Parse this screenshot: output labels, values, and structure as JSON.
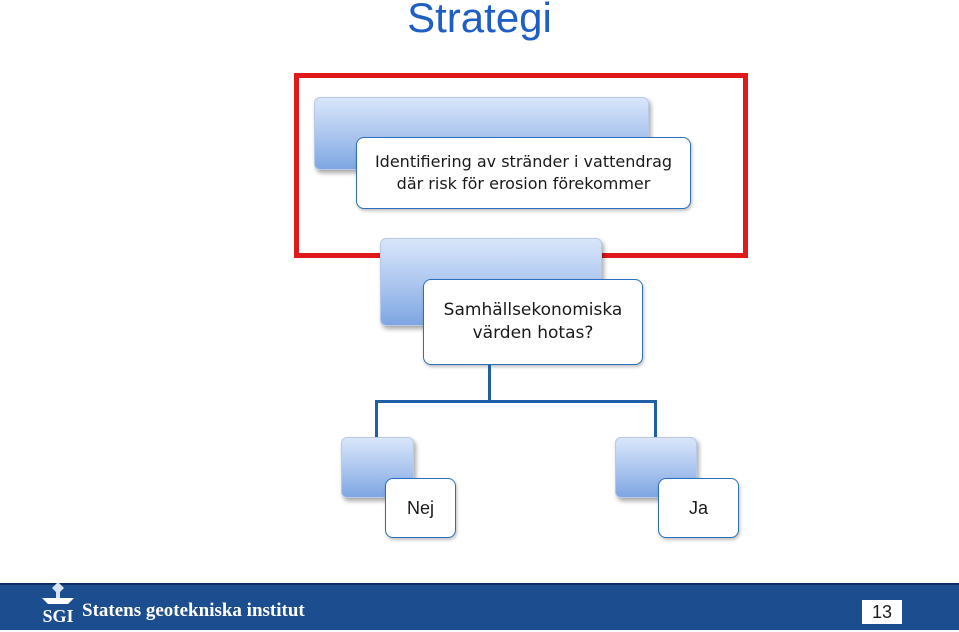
{
  "slide": {
    "title": "Strategi",
    "page_number": "13"
  },
  "diagram": {
    "node_top": "Identifiering av stränder i vattendrag där risk för erosion förekommer",
    "node_middle": "Samhällsekonomiska värden hotas?",
    "node_left": "Nej",
    "node_right": "Ja"
  },
  "footer": {
    "logo_text": "Statens geotekniska institut",
    "logo_mark": "SGI"
  },
  "colors": {
    "title": "#1f5fc5",
    "highlight": "#e0191b",
    "connector": "#1f5fa8",
    "footer": "#1c4d8e"
  }
}
